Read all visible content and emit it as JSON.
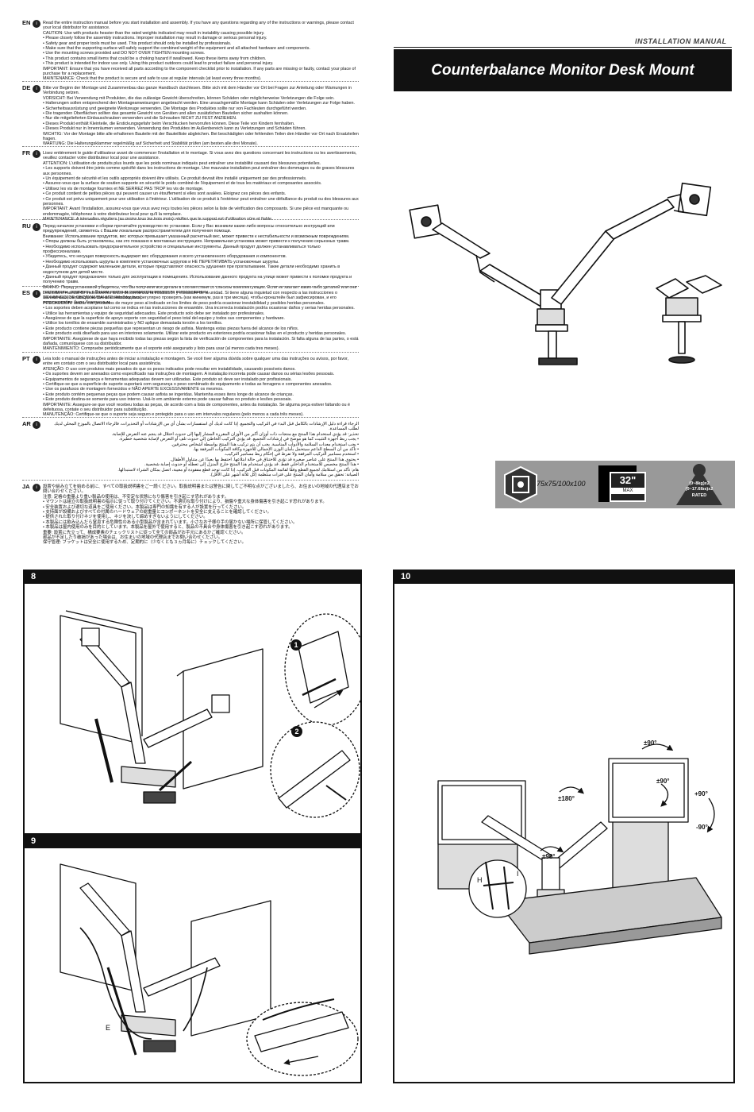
{
  "header": {
    "manual_label": "INSTALLATION MANUAL",
    "title": "Counterbalance Monitor Desk Mount"
  },
  "languages": [
    {
      "code": "EN",
      "lines": [
        "Read the entire instruction manual before you start installation and assembly. If you have any questions regarding any of the instructions or warnings, please contact your local distributor for assistance.",
        "CAUTION: Use with products heavier than the rated weights indicated may result in instability causing possible injury.",
        "• Please closely follow the assembly instructions. Improper installation may result in damage or serious personal injury.",
        "• Safety gear and proper tools must be used. This product should only be installed by professionals.",
        "• Make sure that the supporting surface will safely support the combined weight of the equipment and all attached hardware and components.",
        "• Use the mounting screws provided and DO NOT OVER TIGHTEN mounting screws.",
        "• This product contains small items that could be a choking hazard if swallowed. Keep these items away from children.",
        "• This product is intended for indoor use only. Using this product outdoors could lead to product failure and personal injury.",
        "IMPORTANT: Ensure that you have received all parts according to the component checklist prior to installation. If any parts are missing or faulty, contact your place of purchase for a replacement.",
        "MAINTENANCE: Check that the product is secure and safe to use at regular intervals (at least every three months)."
      ]
    },
    {
      "code": "DE",
      "lines": [
        "Bitte vor Beginn der Montage und Zusammenbau das ganze Handbuch durchlesen. Bitte sich mit dem Händler vor Ort bei Fragen zur Anleitung oder Warnungen in Verbindung setzen.",
        "VORSICHT: Bei Verwendung mit Produkten, die das zulässige Gewicht überschreiten, können Schäden oder möglicherweise Verletzungen die Folge sein.",
        "• Halterungen sollen entsprechend den Montageanweisungen angebracht werden. Eine unsachgemäße Montage kann Schäden oder Verletzungen zur Folge haben.",
        "• Sicherheitsausrüstung und geeignete Werkzeuge verwenden. Die Montage des Produktes sollte nur von Fachleuten durchgeführt werden.",
        "• Die tragenden Oberflächen sollten das gesamte Gewicht von Geräten und allen zusätzlichen Bauteilen sicher aushalten können.",
        "• Nur die mitgelieferten Einbauschrauben verwenden und die Schrauben NICHT ZU FEST ANZIEHEN.",
        "• Dieses Produkt enthält Kleinteile, die Erstickungsgefahr beim Verschlucken hervorrufen können. Diese Teile von Kindern fernhalten.",
        "• Dieses Produkt nur in Innenräumen verwenden. Verwendung des Produktes im Außenbereich kann zu Verletzungen und Schäden führen.",
        "WICHTIG: Vor der Montage bitte alle erhaltenen Bauteile mit der Bauteilliste abgleichen. Bei beschädigten oder fehlenden Teilen den Händler vor Ort nach Ersatzteilen fragen.",
        "WARTUNG: Die Halterungsklammer regelmäßig auf Sicherheit und Stabilität prüfen (am besten alle drei Monate)."
      ]
    },
    {
      "code": "FR",
      "lines": [
        "Lisez entièrement le guide d'utilisateur avant de commencer l'installation et le montage. Si vous avez des questions concernant les instructions ou les avertissements, veuillez contacter votre distributeur local pour une assistance.",
        "ATTENTION: L'utilisation de produits plus lourds que les poids nominaux indiqués peut entraîner une instabilité causant des blessures potentielles.",
        "• Les supports doivent être joints comme spécifié dans les instructions de montage. Une mauvaise installation peut entraîner des dommages ou de graves blessures aux personnes.",
        "• Un équipement de sécurité et les outils appropriés doivent être utilisés. Ce produit devrait être installé uniquement par des professionnels.",
        "• Assurez-vous que la surface de soutien supporte en sécurité le poids combiné de l'équipement et de tous les matériaux et composantes associés.",
        "• Utilisez les vis de montage fournies et NE SERREZ PAS TROP les vis de montage.",
        "• Ce produit contient de petites pièces qui peuvent causer un étouffement si elles sont avalées. Eloignez ces pièces des enfants.",
        "• Ce produit est prévu uniquement pour une utilisation à l'intérieur. L'utilisation de ce produit à l'extérieur peut entraîner une défaillance du produit ou des blessures aux personnes.",
        "IMPORTANT: Avant l'installation, assurez-vous que vous avez reçu toutes les pièces selon la liste de vérification des composants. Si une pièce est manquante ou endommagée, téléphonez à votre distributeur local pour qu'il la remplace.",
        "MAINTENANCE: A intervalles réguliers (au moins tous les trois mois) vérifiez que le support est d'utilisation sûre et fiable."
      ]
    },
    {
      "code": "RU",
      "lines": [
        "Перед началом установки и сборки прочитайте руководство по установке. Если у Вас возникли какие-либо вопросы относительно инструкций или предупреждений, свяжитесь с Вашим локальным распространителем для получения помощи.",
        "Внимание: Использование продуктов, вес которых превышает указанный расчетный вес, может привести к нестабильности и возможным повреждениям.",
        "• Опоры должны быть установлены, как это показано в монтажных инструкциях. Неправильная установка может привести к получению серьезных травм.",
        "• Необходимо использовать предохранительное устройство и специальные инструменты. Данный продукт должен устанавливаться только профессионалами.",
        "• Убедитесь, что несущая поверхность выдержит вес оборудования и всего установленного оборудования и компонентов.",
        "• Необходимо использовать шурупы в комплекте установочных шурупов и НЕ ПЕРЕТЯГИВАТЬ установочные шурупы.",
        "• Данный продукт содержит маленькие детали, которые представляют опасность удушения при проглатывании. Такие детали необходимо хранить в недоступном для детей месте.",
        "• Данный продукт предназначен только для эксплуатации в помещениях. Использование данного продукта на улице может привести к поломке продукта и получению травм.",
        "ВАЖНО: Перед установкой убедитесь, что Вы получили все детали в соответствии со списком комплектующих. Если не хватает каких-либо деталей или они повреждены, свяжитесь с Вашим местным распространителем по вопросу замены.",
        "ТЕХНИЧЕСКОЕ ОБСЛУЖИВАНИЕ: Необходимо регулярно проверять (как минимум, раз в три месяца), чтобы кронштейн был зафиксирован, и его использование было безопасным."
      ]
    },
    {
      "code": "ES",
      "lines": [
        "Lea todo el manual de instrucciones antes de comenzar la instalación y ensamble de la unidad. Si tiene alguna inquietud con respecto a las instrucciones o advertencias, comuníquese con su distribuidor local.",
        "PRECAUCIÓN: utilizar con productos de mayor peso al indicado en los límites de peso podría ocasionar inestabilidad y posibles heridas personales.",
        "• Los soportes deben acoplarse tal como se indica en las instrucciones de ensamble. Una incorrecta instalación podría ocasionar daños y serias heridas personales.",
        "• Utilice las herramientas y equipo de seguridad adecuados. Este producto solo debe ser instalado por profesionales.",
        "• Asegúrese de que la superficie de apoyo soporte con seguridad el peso total del equipo y todos sus componentes y hardware.",
        "• Utilice los tornillos de ensamble suministrados y NO aplique demasiada torsión a los tornillos.",
        "• Este producto contiene piezas pequeñas que representan un riesgo de asfixia. Mantenga estas piezas fuera del alcance de los niños.",
        "• Este producto está diseñado para uso en interiores solamente. Utilizar este producto en exteriores podría ocasionar fallas en el producto y heridas personales.",
        "IMPORTANTE: Asegúrese de que haya recibido todas las piezas según la lista de verificación de componentes para la instalación. Si falta alguna de las partes, o está dañada, comuníquese con su distribuidor.",
        "MANTENIMIENTO: Compruebe periódicamente que el soporte esté asegurado y listo para usar (al menos cada tres meses)."
      ]
    },
    {
      "code": "PT",
      "lines": [
        "Leia todo o manual de instruções antes de iniciar a instalação e montagem. Se você tiver alguma dúvida sobre qualquer uma das instruções ou avisos, por favor, entre em contato com o seu distribuidor local para assistência.",
        "ATENÇÃO: O uso com produtos mais pesados do que os pesos indicados pode resultar em instabilidade, causando possíveis danos.",
        "• Os suportes devem ser anexados como especificado nas instruções de montagem. A instalação incorreta pode causar danos ou sérias lesões pessoais.",
        "• Equipamentos de segurança e ferramentas adequadas devem ser utilizadas. Este produto só deve ser instalado por profissionais.",
        "• Certifique-se que a superfície de suporte suportará com segurança o peso combinado do equipamento e todas as ferragens e componentes anexados.",
        "• Use os parafusos de montagem fornecidos e NÃO APERTE EXCESSIVAMENTE os mesmos.",
        "• Este produto contém pequenas peças que podem causar asfixia se ingeridas. Mantenha esses itens longe do alcance de crianças.",
        "• Este produto destina-se somente para uso interno. Usá-lo em ambiente externo pode causar falhas no produto e lesões pessoais.",
        "IMPORTANTE: Assegure-se que você recebeu todas as peças, de acordo com a lista de componentes, antes da instalação. Se alguma peça estiver faltando ou é defeituosa, contate o seu distribuidor para substituição.",
        "MANUTENÇÃO: Certifique-se que o suporte seja seguro e protegido para o uso em intervalos regulares (pelo menos a cada três meses)."
      ]
    },
    {
      "code": "AR",
      "lines": [
        "الرجاء قراءة دليل الإرشادات بالكامل قبل البدء في التركيب والتجميع. إذا كانت لديك أي استفسارات بشأن أي من الإرشادات أو التحذيرات، فالرجاء الاتصال بالموزع المحلي لديك لطلب المساعدة.",
        "تحذير: قد يؤدي استخدام هذا المنتج مع منتجات ذات أوزان أكبر من الأوزان المقررة المشار إليها إلى حدوث اختلال قد ينجم عنه التعرض للإصابة.",
        "• يجب ربط أجهزة التثبيت كما هو موضح في إرشادات التجميع. قد يؤدي التركيب الخاطئ إلى حدوث تلف أو التعرض لإصابة شخصية خطيرة.",
        "• يجب استخدام معدات السلامة والأدوات المناسبة. يجب أن يتم تركيب هذا المنتج بواسطة أشخاص محترفين.",
        "• تأكد من أن السطح الداعم سيتحمل بأمان الوزن الإجمالي للأجهزة وكافة المكونات المرفقة بها.",
        "• استخدم مسامير التركيب المرفقة ولا تفرط في إحكام ربط مسامير التركيب.",
        "• يحتوي هذا المنتج على عناصر صغيرة قد تؤدي للاختناق في حالة ابتلاعها. احتفظ بها بعيدًا عن متناول الأطفال.",
        "• هذا المنتج مخصص للاستخدام الداخلي فقط. قد يؤدي استخدام هذا المنتج خارج المنزل إلى تعطله أو حدوث إصابة شخصية.",
        "هام: تأكد من استلامك لجميع القطع وفقًا لقائمة المكونات قبل التركيب. إذا كانت توجد قطع مفقودة أو معيبة، اتصل بمكان الشراء لاستبدالها.",
        "الصيانة: تحقق من سلامة وأمان المنتج على فترات منتظمة (كل ثلاثة أشهر على الأقل)."
      ]
    },
    {
      "code": "JA",
      "lines": [
        "設置や組み立てを始める前に、すべての取扱説明書をご一読ください。取扱説明書または警告に関してご不明な点がございましたら、お住まいの地域の代理店までお問い合わせください。",
        "注意: 定格の重量より重い製品の使用は、不安定な状態になり傷害を引き起こす恐れがあります。",
        "• マウントは組立の取扱説明書の指示に従って取り付けてください。不適切な取り付けにより、損傷や重大な身体傷害を引き起こす恐れがあります。",
        "• 安全装置および適切な道具をご使用ください。本製品は専門の知識を有する人が設置を行ってください。",
        "• 支持面が設備およびすべての付属のハードウェアの総重量とコンポーネントを安全に支えることを確認してください。",
        "• 提供された取り付けネジを使用し、ネジを決して締めすぎないようにしてください。",
        "• 本製品には飲み込んだら窒息する危険性のある小型製品が含まれています。小さなお子様の手の届かない場所に保管してください。",
        "• 本製品は屋内使用のみを目的としています。本製品を屋外で使用すると、製品の不具合や身体傷害を引き起こす恐れがあります。",
        "重要: 設置に先立って、構成要素のチェックリストに従って全ての部品がお手元にあるかご確認ください。",
        "部品が不足したり破損があった場合は、お住まいの地域の代理店までお問い合わせください。",
        "保守管理: ブラケットは安全に使用するため、定期的に（少なくとも３ヵ月毎に）チェックしてください。"
      ]
    }
  ],
  "specs": {
    "vesa": "75x75/100x100",
    "screen_size": "32\"",
    "screen_max": "MAX",
    "weight_line1": "(0~8kg)x2",
    "weight_line2": "(0~17.6lbs)x2",
    "weight_rated": "RATED"
  },
  "steps": [
    {
      "number": "8",
      "callouts": [
        "1",
        "2"
      ]
    },
    {
      "number": "9",
      "callouts": [
        "E"
      ]
    },
    {
      "number": "10",
      "labels": [
        "H",
        "I"
      ],
      "rotations": [
        "±90°",
        "±180°",
        "±90°",
        "±90°"
      ],
      "tilt_up": "+90°",
      "tilt_down": "-90°"
    }
  ]
}
